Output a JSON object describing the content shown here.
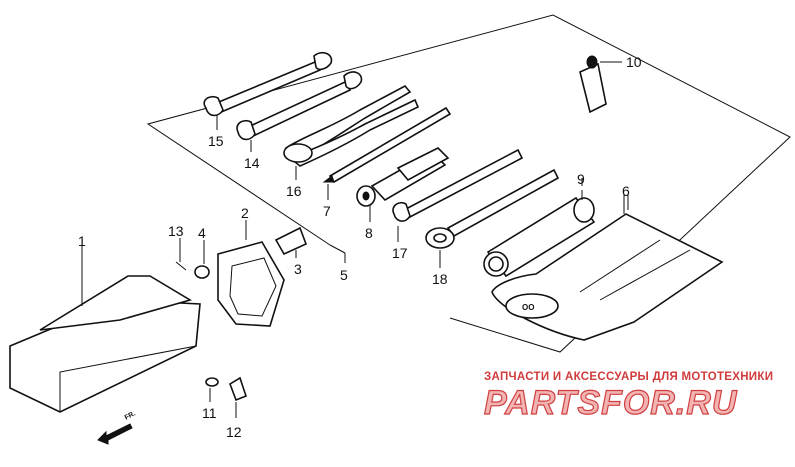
{
  "callouts": [
    {
      "id": "1",
      "text": "1"
    },
    {
      "id": "2",
      "text": "2"
    },
    {
      "id": "3",
      "text": "3"
    },
    {
      "id": "4",
      "text": "4"
    },
    {
      "id": "5",
      "text": "5"
    },
    {
      "id": "6",
      "text": "6"
    },
    {
      "id": "7",
      "text": "7"
    },
    {
      "id": "8",
      "text": "8"
    },
    {
      "id": "9",
      "text": "9"
    },
    {
      "id": "10",
      "text": "10"
    },
    {
      "id": "11",
      "text": "11"
    },
    {
      "id": "12",
      "text": "12"
    },
    {
      "id": "13",
      "text": "13"
    },
    {
      "id": "14",
      "text": "14"
    },
    {
      "id": "15",
      "text": "15"
    },
    {
      "id": "16",
      "text": "16"
    },
    {
      "id": "17",
      "text": "17"
    },
    {
      "id": "18",
      "text": "18"
    }
  ],
  "front_arrow": {
    "text": "FR."
  },
  "watermark": {
    "tagline": "ЗАПЧАСТИ И АКСЕССУАРЫ ДЛЯ МОТОТЕХНИКИ",
    "brand": "PARTSFOR.RU"
  },
  "colors": {
    "line": "#111111",
    "watermark": "#d04040",
    "watermark_fill": "#f2b3b3"
  }
}
